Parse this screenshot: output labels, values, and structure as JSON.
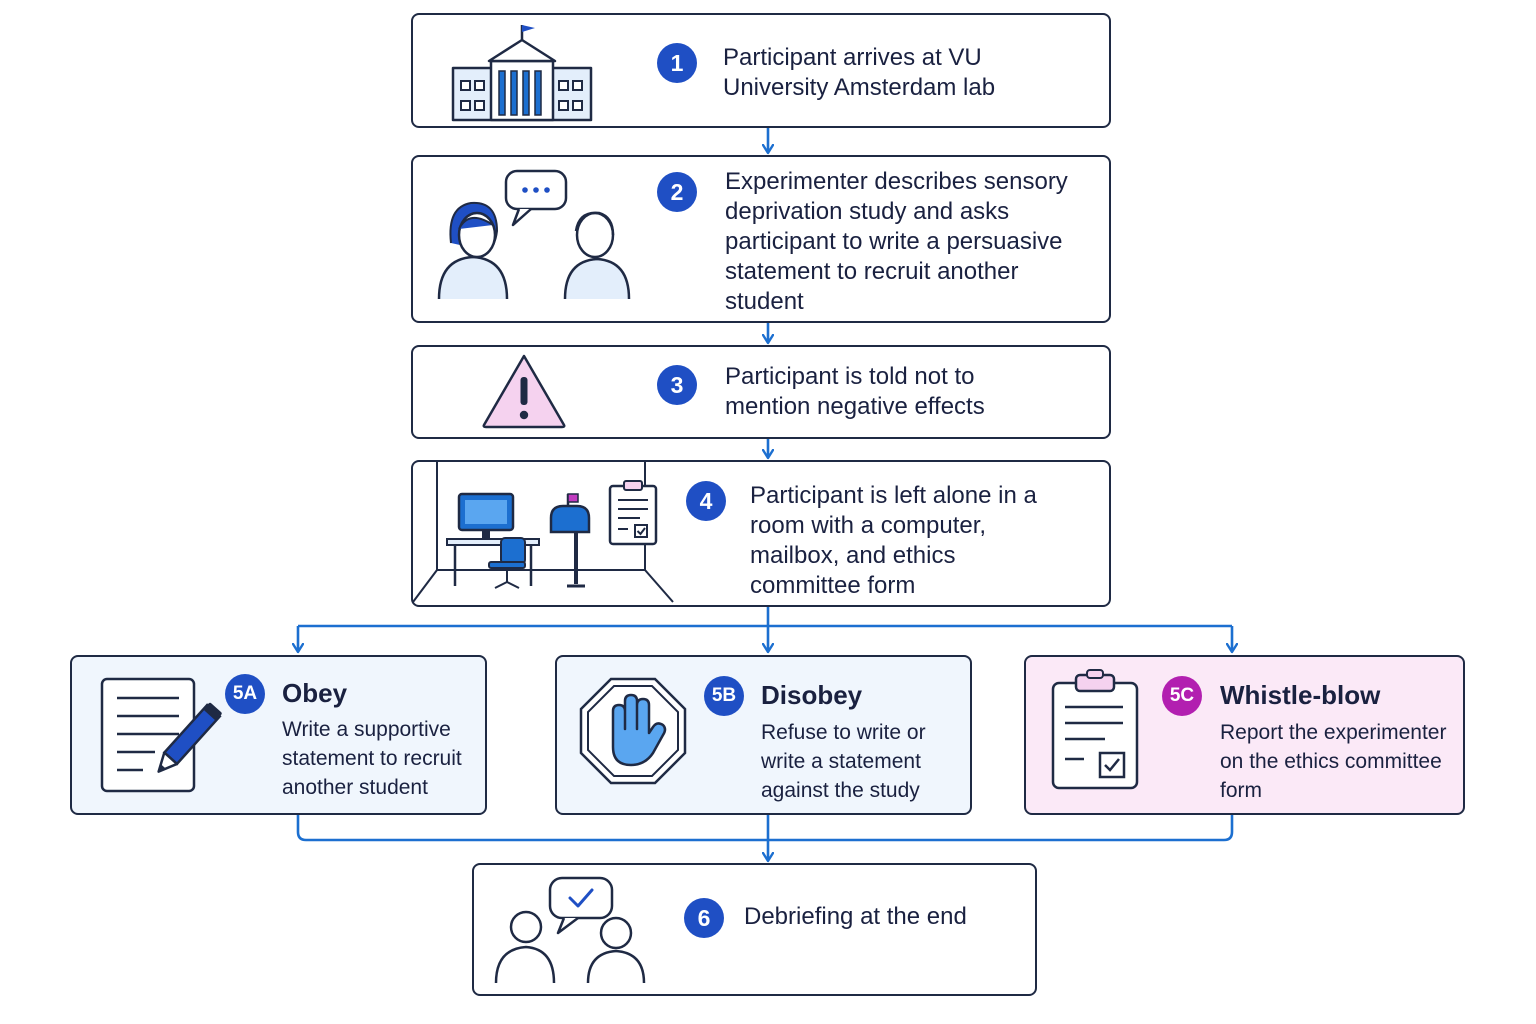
{
  "steps": [
    {
      "num": "1",
      "text": "Participant arrives at VU University Amsterdam lab",
      "icon": "university-building-icon"
    },
    {
      "num": "2",
      "text": "Experimenter describes sensory deprivation study and asks participant to write a persuasive statement to recruit another student",
      "icon": "conversation-icon"
    },
    {
      "num": "3",
      "text": "Participant is told not to mention negative effects",
      "icon": "warning-icon"
    },
    {
      "num": "4",
      "text": "Participant is left alone in a room with a computer, mailbox, and ethics committee form",
      "icon": "room-with-computer-icon"
    }
  ],
  "options": [
    {
      "num": "5A",
      "title": "Obey",
      "text": "Write a supportive statement to recruit another student",
      "icon": "document-pencil-icon"
    },
    {
      "num": "5B",
      "title": "Disobey",
      "text": "Refuse to write or write a statement against the study",
      "icon": "stop-hand-icon"
    },
    {
      "num": "5C",
      "title": "Whistle-blow",
      "text": "Report the experimenter on the ethics committee form",
      "icon": "clipboard-check-icon"
    }
  ],
  "final": {
    "num": "6",
    "text": "Debriefing at the end",
    "icon": "two-people-check-icon"
  },
  "colors": {
    "accent": "#1f4fc4",
    "connector": "#1c6fd0",
    "pink_badge": "#b21fb0",
    "pink_bg": "#fbe9f7",
    "blue_bg": "#f0f6fd",
    "border": "#1f2a44"
  }
}
